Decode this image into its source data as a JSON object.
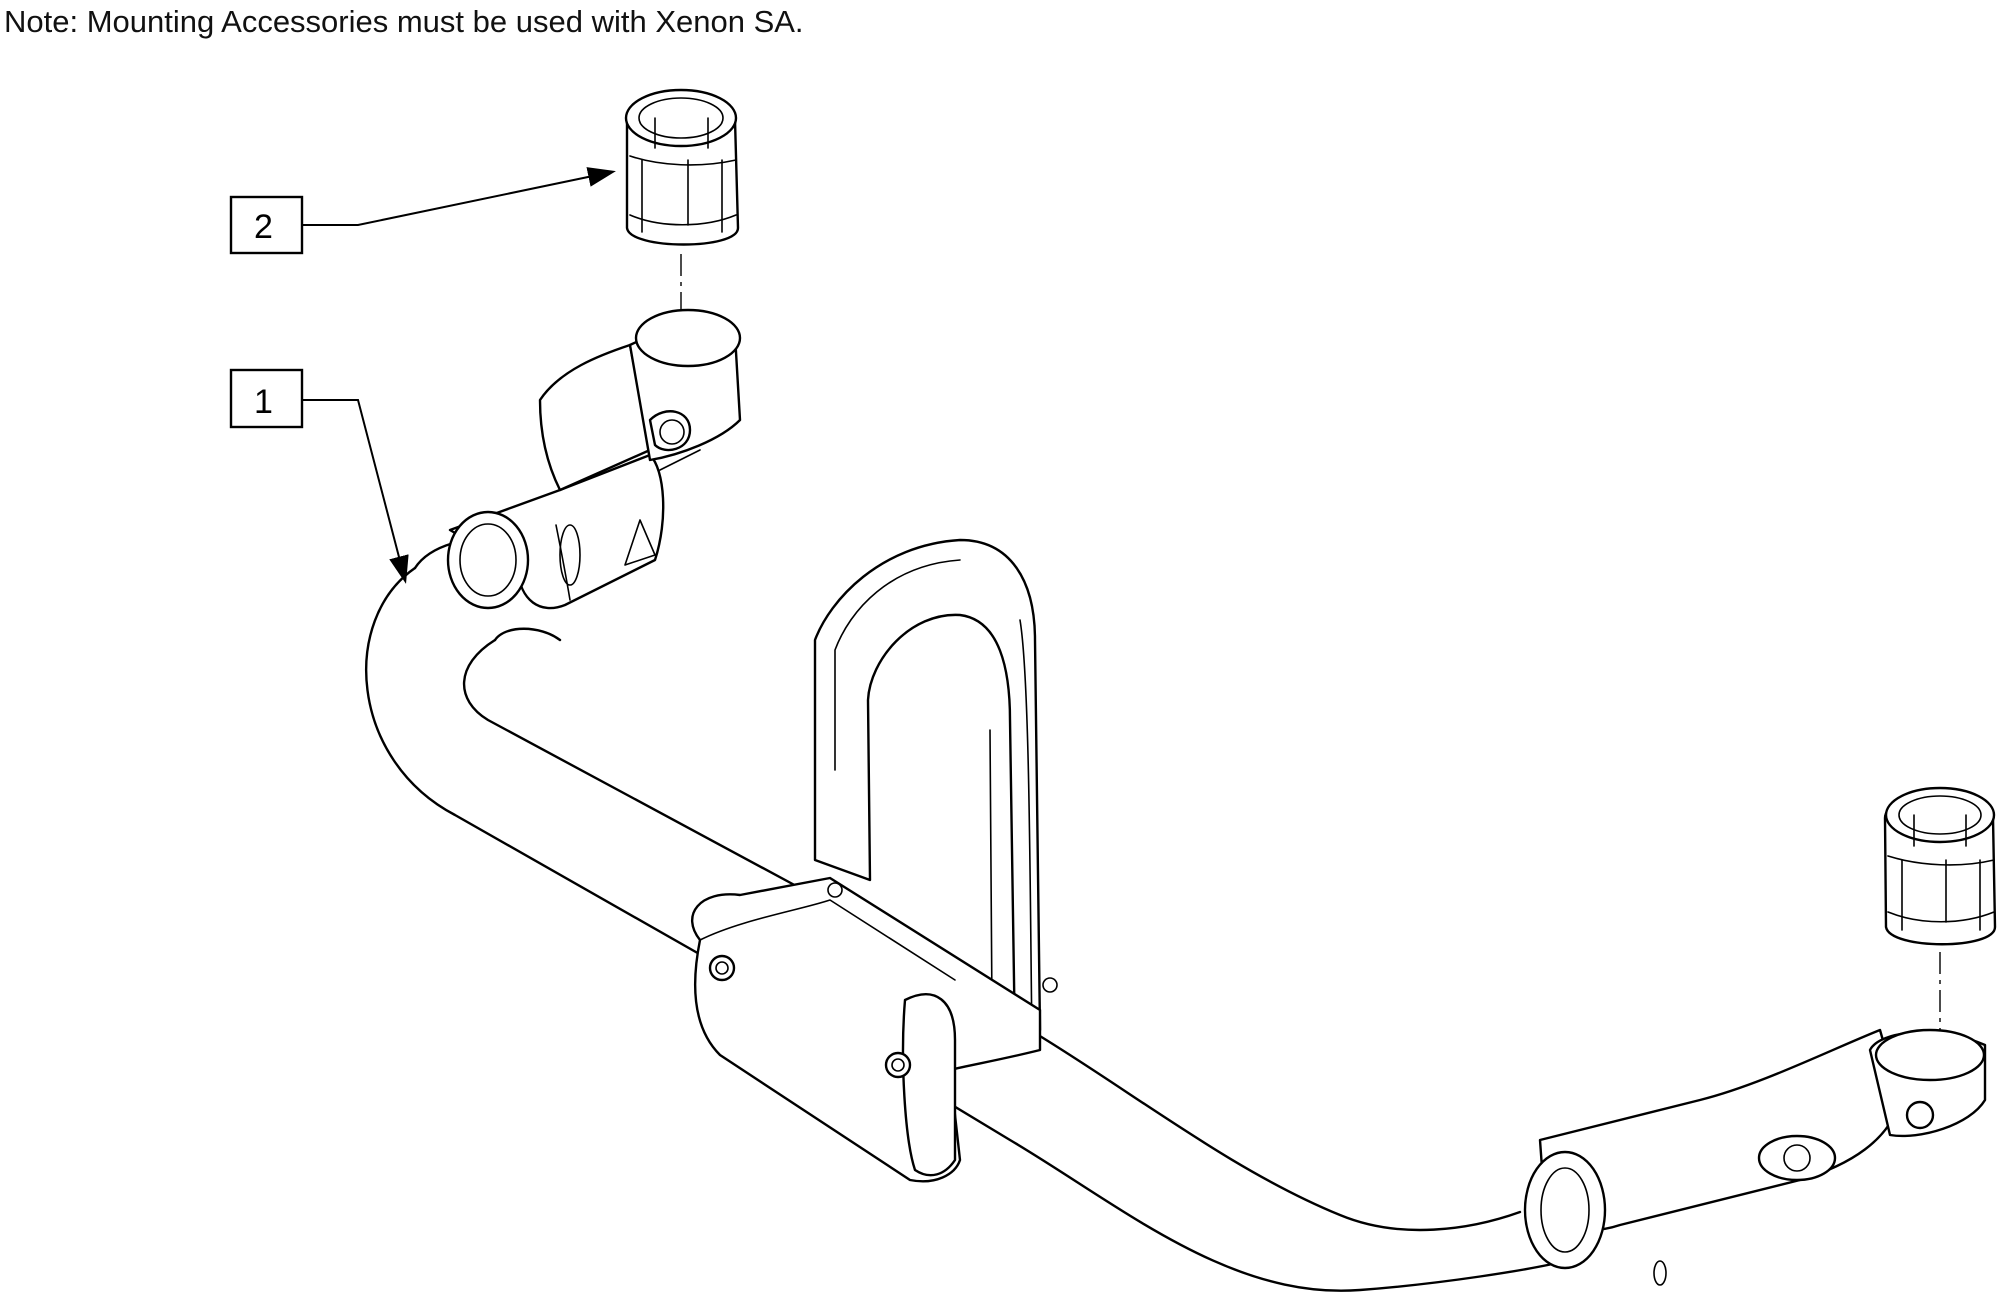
{
  "note": "Note: Mounting Accessories must be used with Xenon SA.",
  "callouts": [
    {
      "id": "callout-1",
      "label": "1"
    },
    {
      "id": "callout-2",
      "label": "2"
    }
  ],
  "colors": {
    "line": "#000000",
    "background": "#ffffff"
  }
}
